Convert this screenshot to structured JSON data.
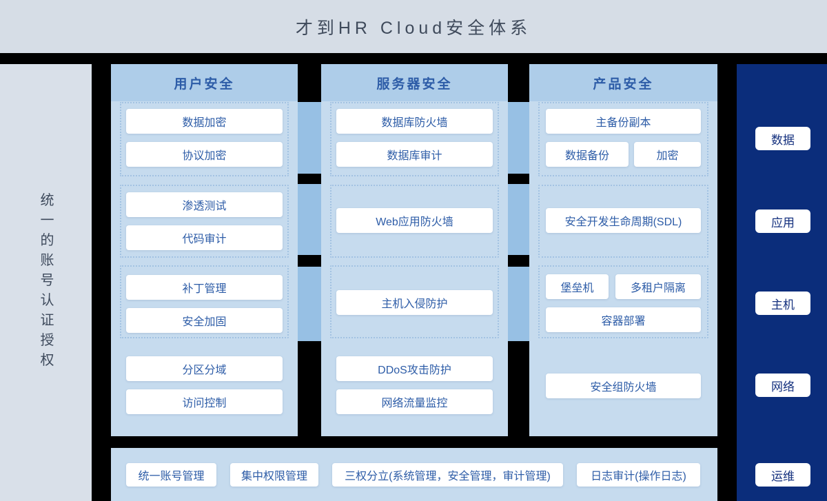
{
  "title": "才到HR Cloud安全体系",
  "left_sidebar": {
    "label": "统一的账号认证授权"
  },
  "columns": [
    {
      "title": "用户安全",
      "group1": [
        "数据加密",
        "协议加密"
      ],
      "group2": [
        "渗透测试",
        "代码审计"
      ],
      "group3": [
        "补丁管理",
        "安全加固"
      ],
      "group4": [
        "分区分域",
        "访问控制"
      ]
    },
    {
      "title": "服务器安全",
      "group1": [
        "数据库防火墙",
        "数据库审计"
      ],
      "group2": [
        "Web应用防火墙"
      ],
      "group3": [
        "主机入侵防护"
      ],
      "group4": [
        "DDoS攻击防护",
        "网络流量监控"
      ]
    },
    {
      "title": "产品安全",
      "group1": [
        "主备份副本",
        "数据备份",
        "加密"
      ],
      "group2": [
        "安全开发生命周期(SDL)"
      ],
      "group3": [
        "堡垒机",
        "多租户隔离",
        "容器部署"
      ],
      "group4": [
        "安全组防火墙"
      ]
    }
  ],
  "right_sidebar": {
    "items": [
      "数据",
      "应用",
      "主机",
      "网络",
      "运维"
    ]
  },
  "bottom_bar": {
    "items": [
      "统一账号管理",
      "集中权限管理",
      "三权分立(系统管理，安全管理，审计管理)",
      "日志审计(操作日志)"
    ]
  },
  "colors": {
    "page_bg": "#000000",
    "top_bar_bg": "#d6dde6",
    "title_text": "#3f4a5b",
    "left_sidebar_bg": "#d9e0e9",
    "column_bg": "#c6dbee",
    "column_header_bg": "#aecde9",
    "connector_band": "#97c0e4",
    "chip_bg": "#ffffff",
    "accent_text": "#2d5ca7",
    "right_sidebar_bg": "#0b2d7b",
    "right_sidebar_text": "#14307e"
  }
}
